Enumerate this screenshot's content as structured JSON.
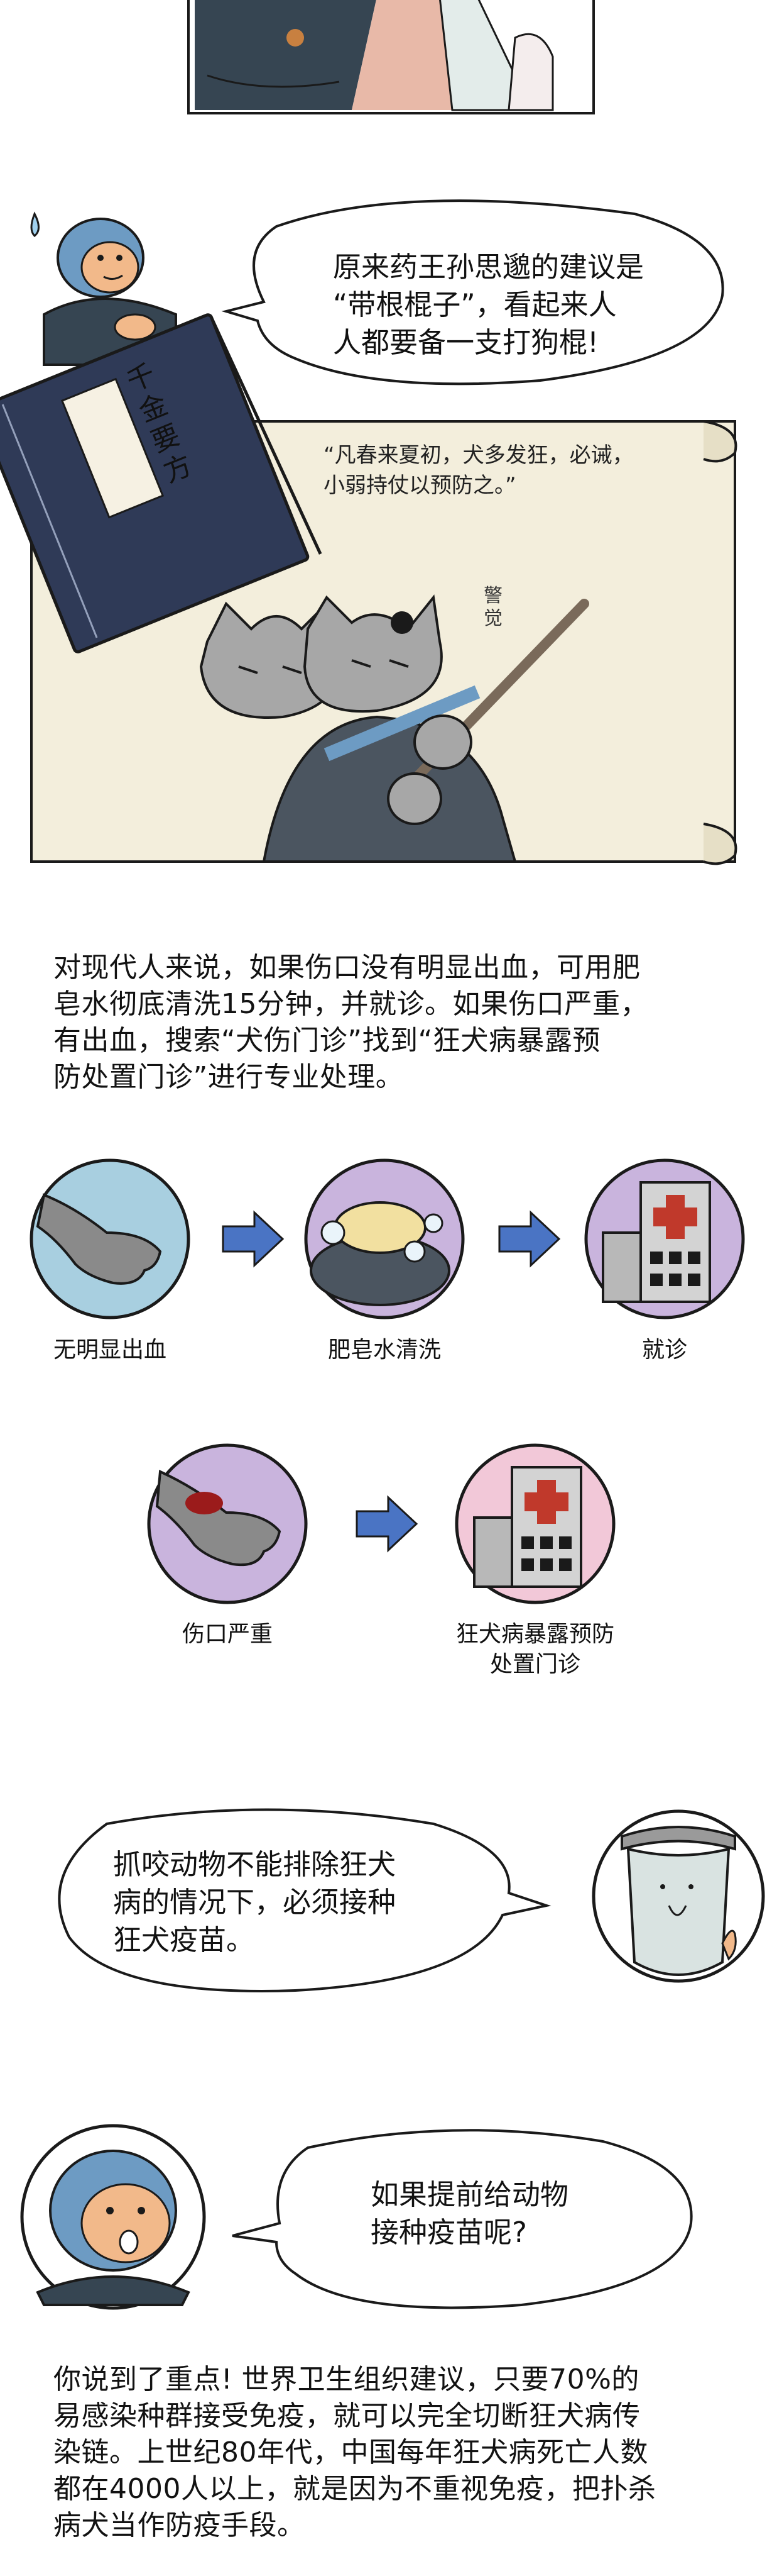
{
  "panel1": {
    "bubble_lines": [
      "原来药王孙思邈的建议是",
      "“带根棍子”，看起来人",
      "人都要备一支打狗棍!"
    ],
    "book_title": "千金要方",
    "scroll_quote_lines": [
      "“凡春来夏初，犬多发狂，必诫，",
      "小弱持仗以预防之。”"
    ],
    "cat_sound": "警觉"
  },
  "paragraph1": {
    "lines": [
      "对现代人来说，如果伤口没有明显出血，可用肥",
      "皂水彻底清洗15分钟，并就诊。如果伤口严重，",
      "有出血，搜索“犬伤门诊”找到“狂犬病暴露预",
      "防处置门诊”进行专业处理。"
    ]
  },
  "flow1": {
    "captions": [
      "无明显出血",
      "肥皂水清洗",
      "就诊"
    ]
  },
  "flow2": {
    "captions": [
      "伤口严重"
    ],
    "caption_hospital_lines": [
      "狂犬病暴露预防",
      "处置门诊"
    ]
  },
  "panel2": {
    "bubble_lines": [
      "抓咬动物不能排除狂犬",
      "病的情况下，必须接种",
      "狂犬疫苗。"
    ]
  },
  "panel3": {
    "bubble_lines": [
      "如果提前给动物",
      "接种疫苗呢?"
    ]
  },
  "paragraph2": {
    "lines": [
      "你说到了重点! 世界卫生组织建议，只要70%的",
      "易感染种群接受免疫，就可以完全切断狂犬病传",
      "染链。上世纪80年代，中国每年狂犬病死亡人数",
      "都在4000人以上，就是因为不重视免疫，把扑杀",
      "病犬当作防疫手段。"
    ]
  },
  "colors": {
    "outline": "#1a1a1a",
    "book_navy": "#2f3a57",
    "scroll_paper": "#f3eedc",
    "arrow_blue": "#4a74c4",
    "circle_blue": "#a8cfe0",
    "circle_purple": "#c9b4dd",
    "circle_pink": "#f2c8d8",
    "hospital_gray": "#b8b8b8",
    "red_cross": "#c0392b",
    "monkey_blue": "#6d9bc3",
    "monkey_face": "#f2b98a"
  }
}
